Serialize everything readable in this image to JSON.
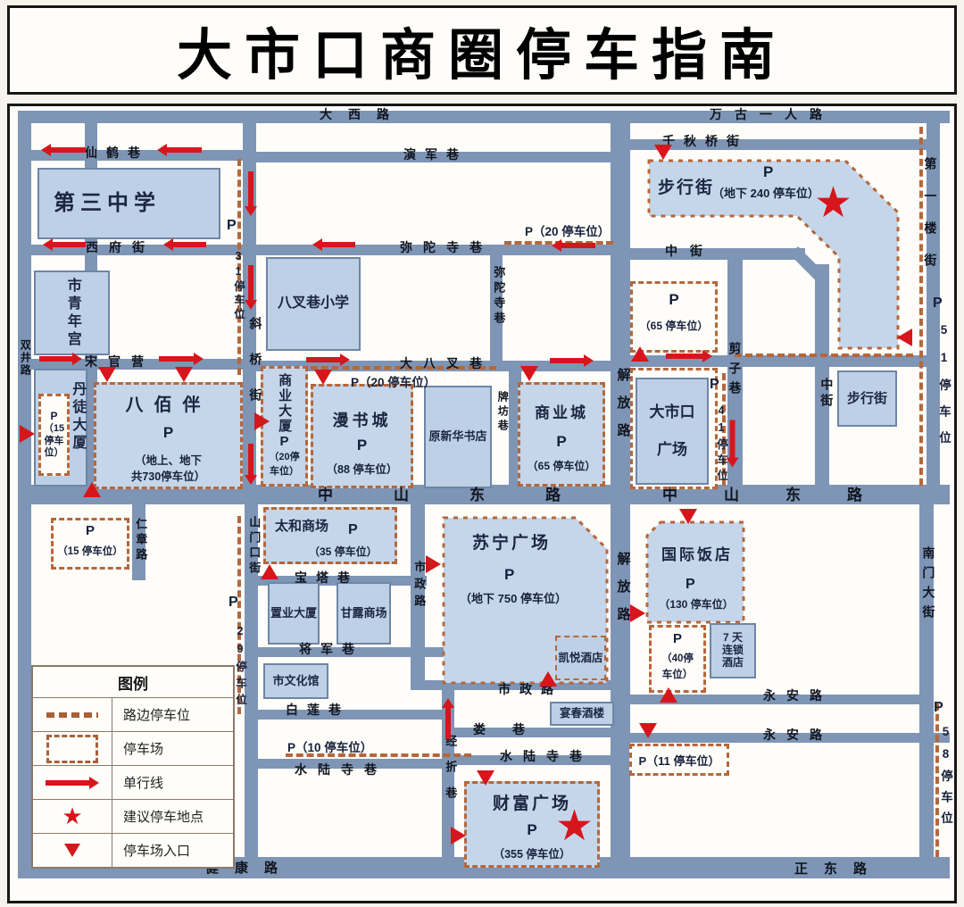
{
  "title": "大市口商圈停车指南",
  "roads": {
    "daxilu": "大西路",
    "wangulu": "万古一人路",
    "xianhexiang": "仙鹤巷",
    "yanjunxiang": "演军巷",
    "qianqiujieqiao": "千秋桥街",
    "xifujie": "西府街",
    "mituosixiang_h": "弥陀寺巷",
    "zhongjie_h": "中街",
    "songguanying": "宋官营",
    "dabachaxiang": "大八叉巷",
    "zhongshandonglu_w": "中山东路",
    "zhongshandonglu_e": "中山东路",
    "baotaxiang": "宝塔巷",
    "jiangjunxiang": "将军巷",
    "shizhenglu_h": "市政路",
    "bailianxiang": "白莲巷",
    "louxiang": "娄巷",
    "shuilusixiang_w": "水陆寺巷",
    "shuilusixiang_e": "水陆寺巷",
    "yonganlu_n": "永安路",
    "yonganlu_s": "永安路",
    "jiankanglu": "健康路",
    "zhengdonglu": "正东路",
    "shuangjinglu": "双井路",
    "xieqiaojie": "斜桥街",
    "mituosixiang_v": "弥陀寺巷",
    "paifangxiang": "牌坊巷",
    "jiefanglu_n": "解放路",
    "jiefanglu_s": "解放路",
    "zhongjie_v": "中街",
    "jianzixiang": "剪子巷",
    "diyiloujie": "第一楼街",
    "nanmendajie": "南门大街",
    "shanmenkoujie": "山门口街",
    "renzhanglu": "仁章路",
    "jingzhexiang": "经折巷",
    "shizhenglu_v": "市政路"
  },
  "buildings": {
    "no3_middle_school": "第三中学",
    "youth_palace": "市青年宫",
    "bacha_primary": "八叉巷小学",
    "dantu_tower": "丹徒大厦",
    "old_xinhua": "原新华书店",
    "buxingjie_small": "步行街",
    "zhiye_tower": "置业大厦",
    "ganlu_mall": "甘露商场",
    "culture_hall": "市文化馆",
    "yanchun_restaurant": "宴春酒楼",
    "qitian_l1": "7 天",
    "qitian_l2": "连锁",
    "qitian_l3": "酒店",
    "kaiyue_hotel": "凯悦酒店",
    "dashikou_l1": "大市口",
    "dashikou_l2": "广场"
  },
  "parking": {
    "p": "P",
    "buxingjie": {
      "name": "步行街",
      "cap": "（地下 240 停车位）"
    },
    "babaiban": {
      "name": "八佰伴",
      "cap1": "（地上、地下",
      "cap2": "共730停车位）"
    },
    "shangye_dasha": {
      "name": "商业大厦",
      "cap1": "（20停",
      "cap2": "车位）"
    },
    "manshucheng": {
      "name": "漫书城",
      "cap": "（88 停车位）"
    },
    "shangyecheng": {
      "name": "商业城",
      "cap": "（65 停车位）"
    },
    "taihe": {
      "name": "太和商场",
      "cap": "（35 停车位）"
    },
    "suning": {
      "name": "苏宁广场",
      "cap": "（地下 750 停车位）"
    },
    "guoji": {
      "name": "国际饭店",
      "cap": "（130 停车位）"
    },
    "caifu": {
      "name": "财富广场",
      "cap": "（355 停车位）"
    },
    "dantu": {
      "l1": "（15",
      "l2": "停车",
      "l3": "位）"
    },
    "box65": {
      "cap": "（65 停车位）"
    },
    "box15": {
      "cap": "（15 停车位）"
    },
    "box40": {
      "l1": "（40停",
      "l2": "车位）"
    },
    "box11": "P（11 停车位）",
    "road10": "P（10 停车位）",
    "road20_mituo": "P（20 停车位）",
    "road20_dabacha": "P（20 停车位）",
    "road31": "31停车位",
    "road29": "29停车位",
    "road41": "41停车位",
    "road51": "51停车位",
    "road58": "58停车位"
  },
  "legend": {
    "header": "图例",
    "items": [
      {
        "label": "路边停车位"
      },
      {
        "label": "停车场"
      },
      {
        "label": "单行线"
      },
      {
        "label": "建议停车地点"
      },
      {
        "label": "停车场入口"
      }
    ]
  }
}
